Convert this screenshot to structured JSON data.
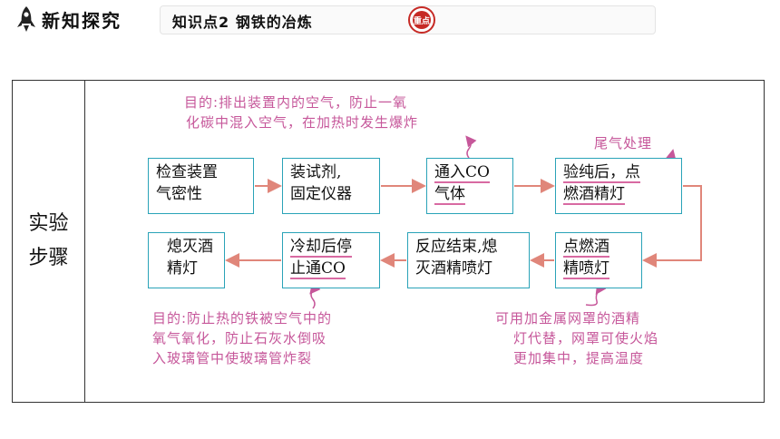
{
  "header": {
    "title": "新知探究",
    "subtitle": "知识点2  钢铁的冶炼",
    "badge": "重点",
    "icon": "rocket-icon"
  },
  "table": {
    "label_line1": "实验",
    "label_line2": "步骤",
    "steps": [
      {
        "line1": "检查装置",
        "line2": "气密性"
      },
      {
        "line1": "装试剂,",
        "line2": "固定仪器"
      },
      {
        "line1": "通入CO",
        "line2": "气体"
      },
      {
        "line1": "验纯后，点",
        "line2": "燃酒精灯"
      },
      {
        "line1": "点燃酒",
        "line2": "精喷灯"
      },
      {
        "line1": "反应结束,熄",
        "line2": "灭酒精喷灯"
      },
      {
        "line1": "冷却后停",
        "line2": "止通CO"
      },
      {
        "line1": "熄灭酒",
        "line2": "精灯"
      }
    ],
    "notes": {
      "co_purpose_line1": "目的:排出装置内的空气，防止一氧",
      "co_purpose_line2": "化碳中混入空气，在加热时发生爆炸",
      "tail_gas": "尾气处理",
      "cool_purpose_line1": "目的:防止热的铁被空气中的",
      "cool_purpose_line2": "氧气氧化，防止石灰水倒吸",
      "cool_purpose_line3": "入玻璃管中使玻璃管炸裂",
      "lamp_note_line1": "可用加金属网罩的酒精",
      "lamp_note_line2": "灯代替，网罩可使火焰",
      "lamp_note_line3": "更加集中，提高温度"
    }
  },
  "colors": {
    "box_border": "#2aa3b8",
    "arrow": "#e0867a",
    "annotation": "#c6579a",
    "badge": "#c62a25"
  }
}
